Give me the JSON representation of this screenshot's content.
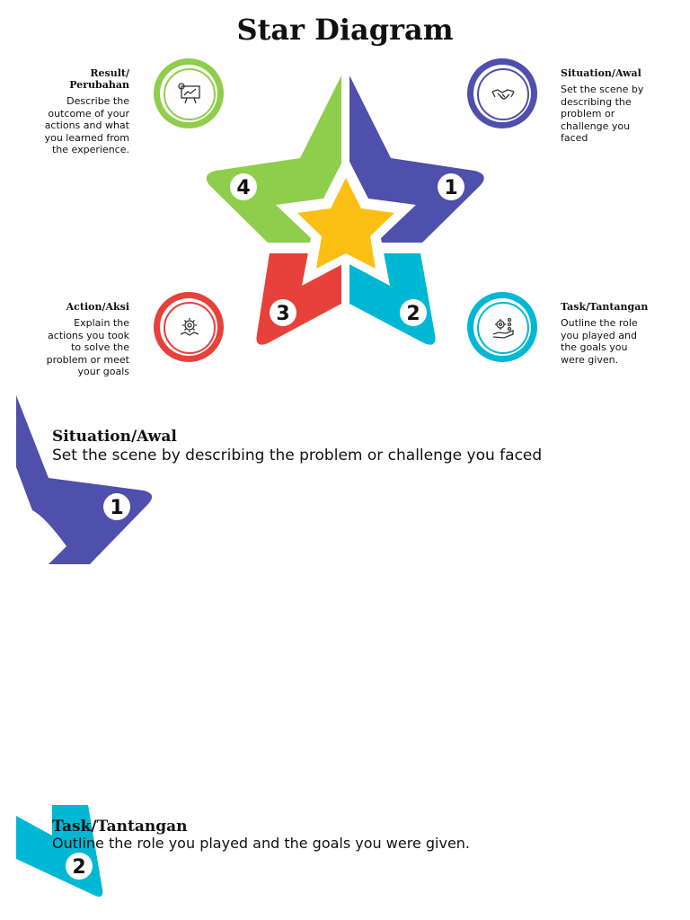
{
  "title": "Star Diagram",
  "colors": {
    "purple": "#4f4fac",
    "teal": "#00b8d4",
    "red": "#e8403a",
    "green": "#8fcd4c",
    "gold": "#fbbf14"
  },
  "steps": [
    {
      "number": "1",
      "heading": "Situation/Awal",
      "text": "Set the scene by describing the problem or challenge you faced",
      "icon": "handshake-icon"
    },
    {
      "number": "2",
      "heading": "Task/Tantangan",
      "text": "Outline the role you played and the goals you were given.",
      "icon": "gear-hand-icon"
    },
    {
      "number": "3",
      "heading": "Action/Aksi",
      "text": "Explain the actions you took to solve the problem or meet your goals",
      "icon": "gear-handshake-icon"
    },
    {
      "number": "4",
      "heading": "Result/ Perubahan",
      "text": "Describe the outcome of your actions and what you learned from the experience.",
      "icon": "presentation-board-icon"
    }
  ],
  "sections": [
    {
      "heading": "Situation/Awal",
      "text": "Set the scene by describing the problem or challenge you faced",
      "number": "1"
    },
    {
      "heading": "Task/Tantangan",
      "text": "Outline the role you played and the goals you were given.",
      "number": "2"
    }
  ]
}
